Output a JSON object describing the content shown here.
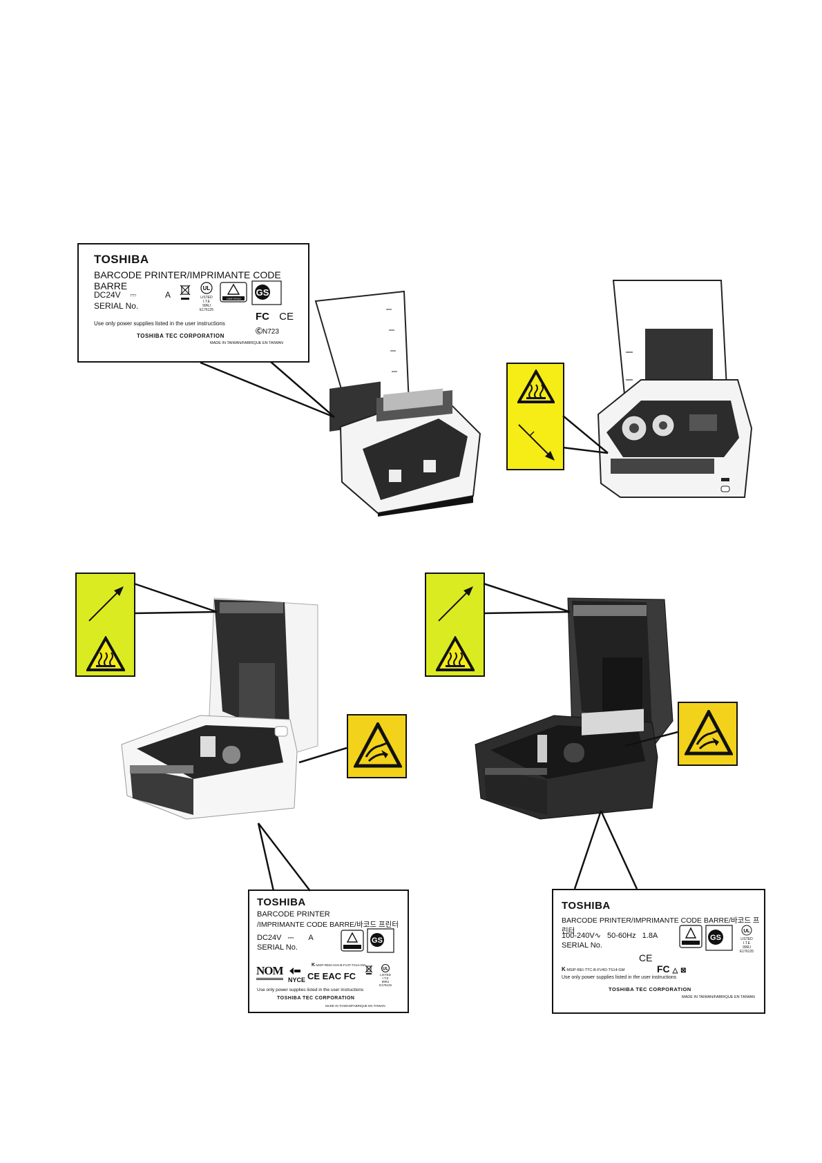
{
  "top_label": {
    "brand": "TOSHIBA",
    "product": "BARCODE PRINTER/IMPRIMANTE CODE BARRE",
    "power": "DC24V",
    "power_symbol": "⎓",
    "amp": "A",
    "serial": "SERIAL No.",
    "note": "Use only power supplies listed in the user instructions",
    "corp": "TOSHIBA TEC CORPORATION",
    "made": "MADE IN TAIWAN/FABRIQUE EN TAIWAN",
    "ul_listed": "LISTED",
    "ul_ite": "I.T.E",
    "ul_code": "99RJ",
    "ul_file": "E176125",
    "tuv": "CERTIFIED",
    "n_code": "N723",
    "fcc": "FC",
    "ce": "CE",
    "gs": "GS"
  },
  "bottom_left_label": {
    "brand": "TOSHIBA",
    "product_line1": "BARCODE PRINTER",
    "product_line2": "/IMPRIMANTE CODE BARRE/바코드 프린터",
    "power": "DC24V",
    "power_symbol": "⎓",
    "amp": "A",
    "serial": "SERIAL No.",
    "nom": "NOM",
    "nyce": "NYCE",
    "kc_code": "MSIP-REM-AGS-B-FV4T-TS14-GM",
    "note": "Use only power supplies listed in the user instructions",
    "corp": "TOSHIBA TEC CORPORATION",
    "made": "MADE IN TAIWAN/FABRIQUE EN TAIWAN",
    "ul_listed": "LISTED",
    "ul_ite": "I.T.E",
    "ul_code": "99RJ",
    "ul_file": "E176125",
    "marks": "CE EAC FC"
  },
  "bottom_right_label": {
    "brand": "TOSHIBA",
    "product": "BARCODE PRINTER/IMPRIMANTE CODE BARRE/바코드 프린터",
    "power": "100-240V",
    "power_symbol": "∿",
    "freq": "50-60Hz",
    "amp": "1.8A",
    "serial": "SERIAL No.",
    "kc_code": "MSIP-REI-TTC-B-FV4D-TS14-GM",
    "note": "Use only power supplies listed in the user instructions",
    "corp": "TOSHIBA TEC CORPORATION",
    "made": "MADE IN TAIWAN/FABRIQUE EN TAIWAN",
    "ul_listed": "LISTED",
    "ul_ite": "I.T.E",
    "ul_code": "99RJ",
    "ul_file": "E176125",
    "ce": "CE",
    "fcc": "FC"
  },
  "warning_labels": [
    {
      "icons": [
        "hot-surface-icon",
        "cutter-arrow-icon"
      ]
    },
    {
      "icons": [
        "cutter-arrow-icon",
        "hot-surface-icon"
      ]
    },
    {
      "icons": [
        "cutter-arrow-icon",
        "hot-surface-icon"
      ]
    },
    {
      "icons": [
        "finger-pinch-icon"
      ]
    },
    {
      "icons": [
        "finger-pinch-icon"
      ]
    }
  ],
  "colors": {
    "warning_yellow": "#f2ea1a",
    "warning_green_yellow": "#d9ec1e",
    "printer_white": "#f3f3f3",
    "printer_black": "#2c2c2c"
  }
}
